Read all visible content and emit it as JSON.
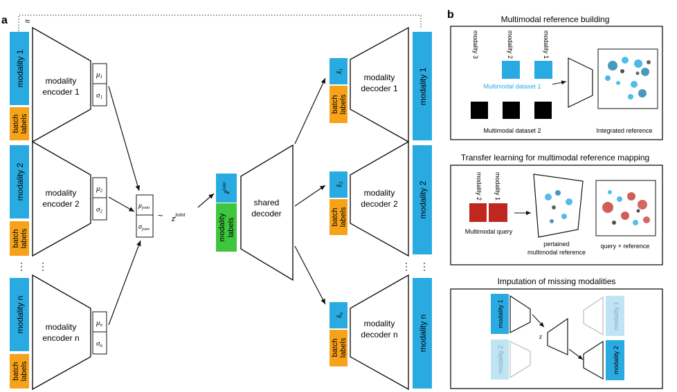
{
  "colors": {
    "cyan": "#29abe2",
    "orange": "#f7a21b",
    "green": "#3ec63e",
    "red": "#c0271f",
    "lightcyan": "#bfe4f4"
  },
  "panel_a": {
    "letter": "a",
    "approx": "≈",
    "modality_1": "modality 1",
    "modality_2": "modality 2",
    "modality_n": "modality n",
    "batch_1": "batch",
    "batch_2": "labels",
    "enc1_l1": "modality",
    "enc1_l2": "encoder 1",
    "enc2_l1": "modality",
    "enc2_l2": "encoder 2",
    "encn_l1": "modality",
    "encn_l2": "encoder n",
    "mu1": "μ",
    "mu1_sub": "1",
    "sig1": "σ",
    "sig1_sub": "1",
    "mu2": "μ",
    "mu2_sub": "2",
    "sig2": "σ",
    "sig2_sub": "2",
    "mun": "μ",
    "mun_sub": "n",
    "sign": "σ",
    "sign_sub": "n",
    "mujoint": "μ",
    "mujoint_sub": "joint",
    "sigjoint": "σ",
    "sigjoint_sub": "joint",
    "tilde": "~",
    "z": "z",
    "z_sup": "joint",
    "z_hat": "ẑ",
    "z_hat_sup": "joint",
    "mod_labels_1": "modality",
    "mod_labels_2": "labels",
    "shared_l1": "shared",
    "shared_l2": "decoder",
    "dec1_l1": "modality",
    "dec1_l2": "decoder 1",
    "dec2_l1": "modality",
    "dec2_l2": "decoder 2",
    "decn_l1": "modality",
    "decn_l2": "decoder n",
    "xhat1": "x̂",
    "xhat1_sub": "1",
    "xhat2": "x̂",
    "xhat2_sub": "2",
    "xhatn": "x̂",
    "xhatn_sub": "n",
    "dots": "⋮"
  },
  "panel_b": {
    "letter": "b",
    "title1": "Multimodal reference building",
    "mod3": "modality 3",
    "mod2": "modality 2",
    "mod1": "modality 1",
    "ds1": "Multimodal dataset 1",
    "ds2": "Multimodal dataset 2",
    "integrated": "Integrated reference",
    "title2": "Transfer learning for multimodal reference mapping",
    "t2_mod2": "modality 2",
    "t2_mod1": "modality 1",
    "query": "Multimodal query",
    "pretrained_1": "pertained",
    "pretrained_2": "multimodal reference",
    "qref": "query + reference",
    "title3": "Imputation of missing modalities",
    "t3_mod1": "modality 1",
    "t3_mod2": "modality 2",
    "t3_mod1_ghost": "modality 1",
    "t3_mod2_ghost": "modality 2",
    "t3_z": "z"
  }
}
